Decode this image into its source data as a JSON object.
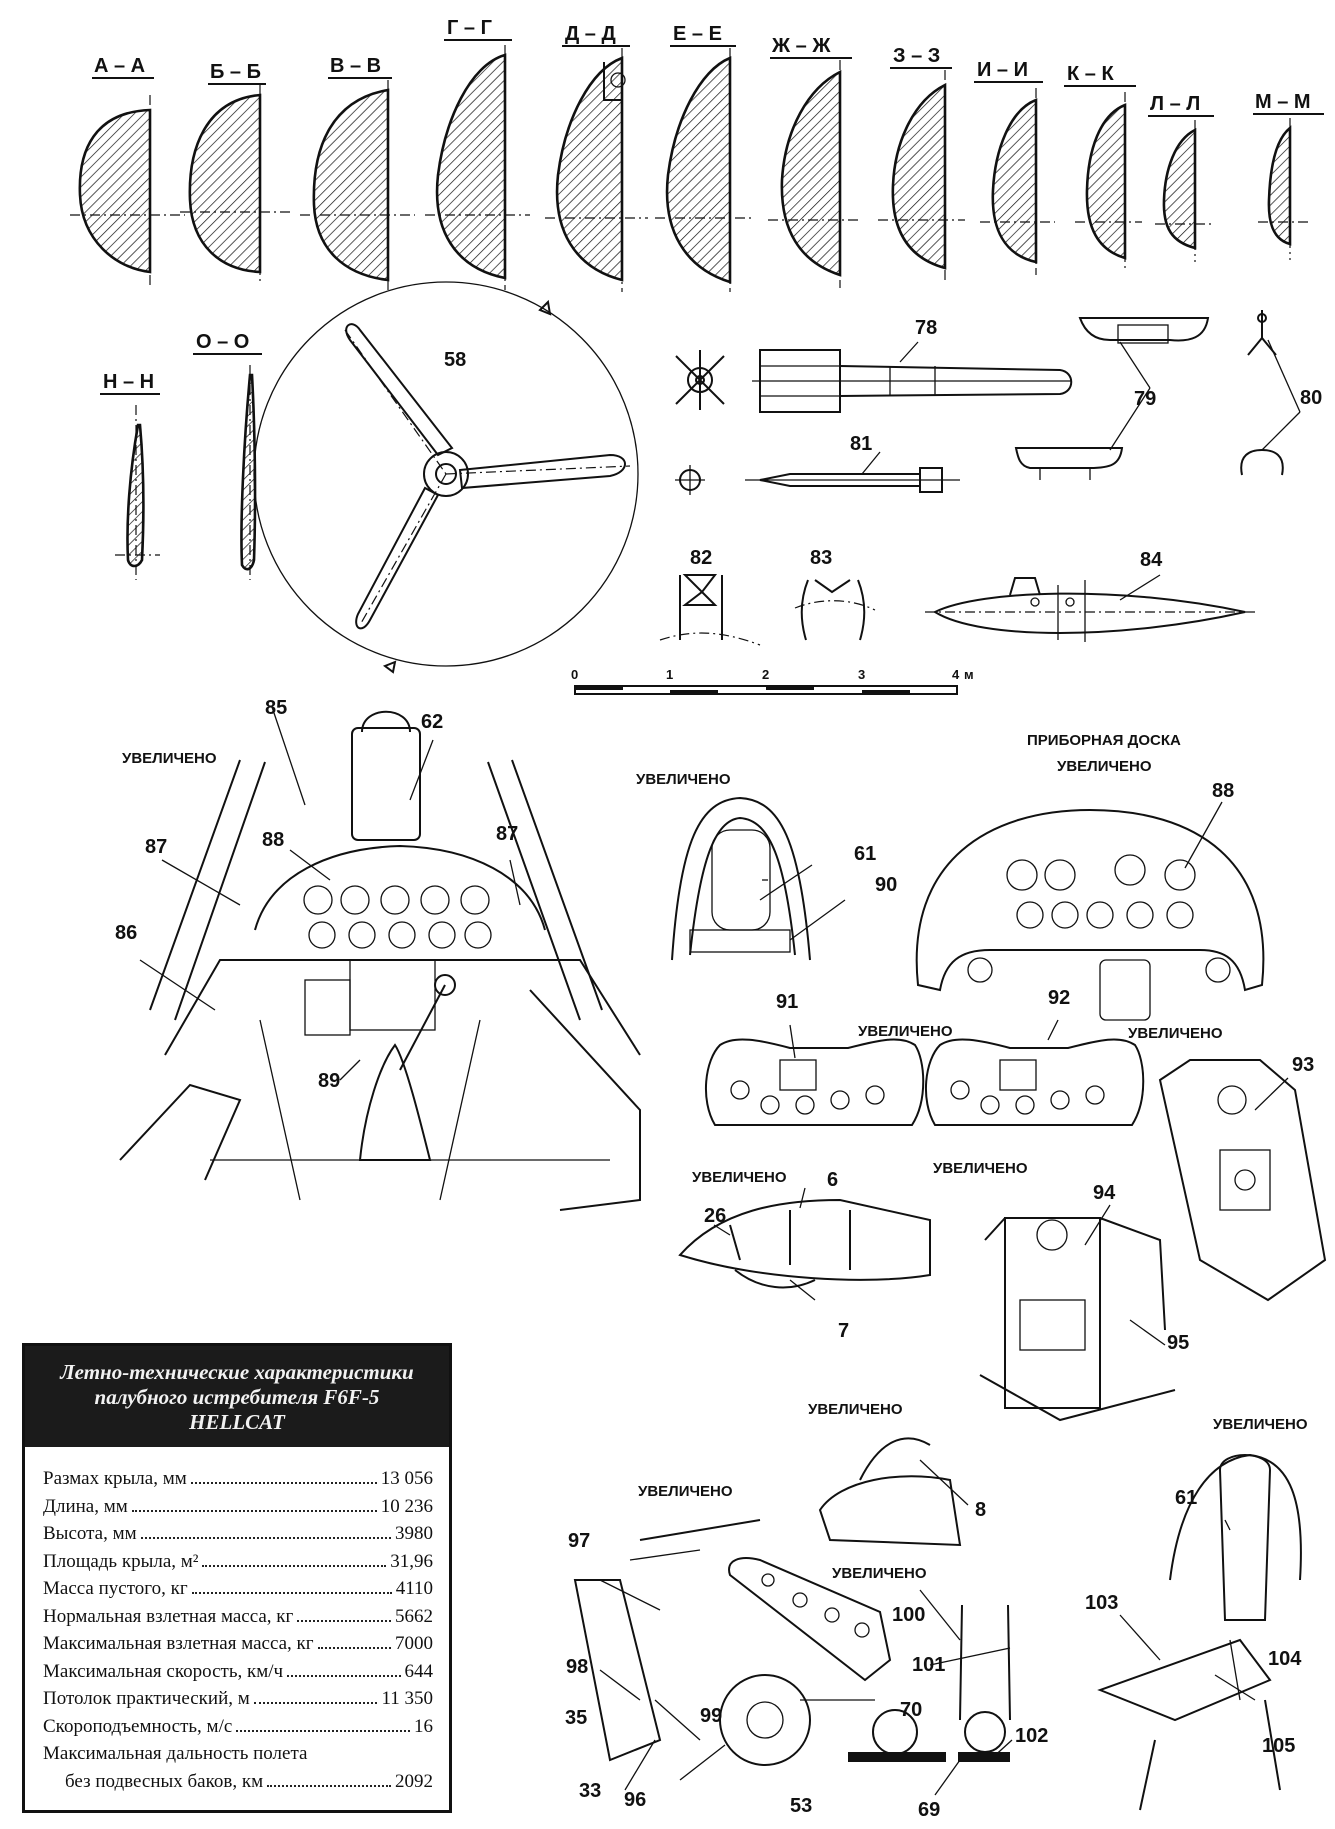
{
  "sections": [
    {
      "id": "aa",
      "label": "А – А"
    },
    {
      "id": "bb",
      "label": "Б – Б"
    },
    {
      "id": "vv",
      "label": "В – В"
    },
    {
      "id": "gg",
      "label": "Г – Г"
    },
    {
      "id": "dd",
      "label": "Д – Д"
    },
    {
      "id": "ee",
      "label": "Е – Е"
    },
    {
      "id": "zhzh",
      "label": "Ж – Ж"
    },
    {
      "id": "zz",
      "label": "З – З"
    },
    {
      "id": "ii",
      "label": "И – И"
    },
    {
      "id": "kk",
      "label": "К – К"
    },
    {
      "id": "ll",
      "label": "Л – Л"
    },
    {
      "id": "mm",
      "label": "М – М"
    },
    {
      "id": "nn",
      "label": "Н – Н"
    },
    {
      "id": "oo",
      "label": "О – О"
    }
  ],
  "callouts": [
    "58",
    "78",
    "79",
    "80",
    "81",
    "82",
    "83",
    "84",
    "85",
    "62",
    "87",
    "88",
    "86",
    "89",
    "61",
    "90",
    "91",
    "92",
    "93",
    "6",
    "26",
    "7",
    "94",
    "95",
    "8",
    "97",
    "98",
    "35",
    "99",
    "33",
    "96",
    "100",
    "101",
    "70",
    "53",
    "69",
    "102",
    "103",
    "104",
    "105"
  ],
  "captions": {
    "enlarged": "УВЕЛИЧЕНО",
    "panel_line1": "ПРИБОРНАЯ ДОСКА",
    "panel_line2": "УВЕЛИЧЕНО"
  },
  "scale": {
    "ticks": [
      "0",
      "1",
      "2",
      "3",
      "4"
    ],
    "unit": "м"
  },
  "specs": {
    "title_lines": [
      "Летно-технические характеристики",
      "палубного истребителя F6F-5",
      "HELLCAT"
    ],
    "rows": [
      {
        "name": "Размах крыла, мм",
        "value": "13 056"
      },
      {
        "name": "Длина, мм",
        "value": "10 236"
      },
      {
        "name": "Высота, мм",
        "value": "3980"
      },
      {
        "name": "Площадь крыла, м²",
        "value": "31,96"
      },
      {
        "name": "Масса пустого, кг",
        "value": "4110"
      },
      {
        "name": "Нормальная взлетная масса, кг",
        "value": "5662"
      },
      {
        "name": "Максимальная взлетная масса, кг",
        "value": "7000"
      },
      {
        "name": "Максимальная скорость, км/ч",
        "value": "644"
      },
      {
        "name": "Потолок практический, м",
        "value": "11 350"
      },
      {
        "name": "Скороподъемность, м/с",
        "value": "16"
      }
    ],
    "range_line1": "Максимальная дальность полета",
    "range_line2": "без подвесных баков, км",
    "range_value": "2092"
  }
}
